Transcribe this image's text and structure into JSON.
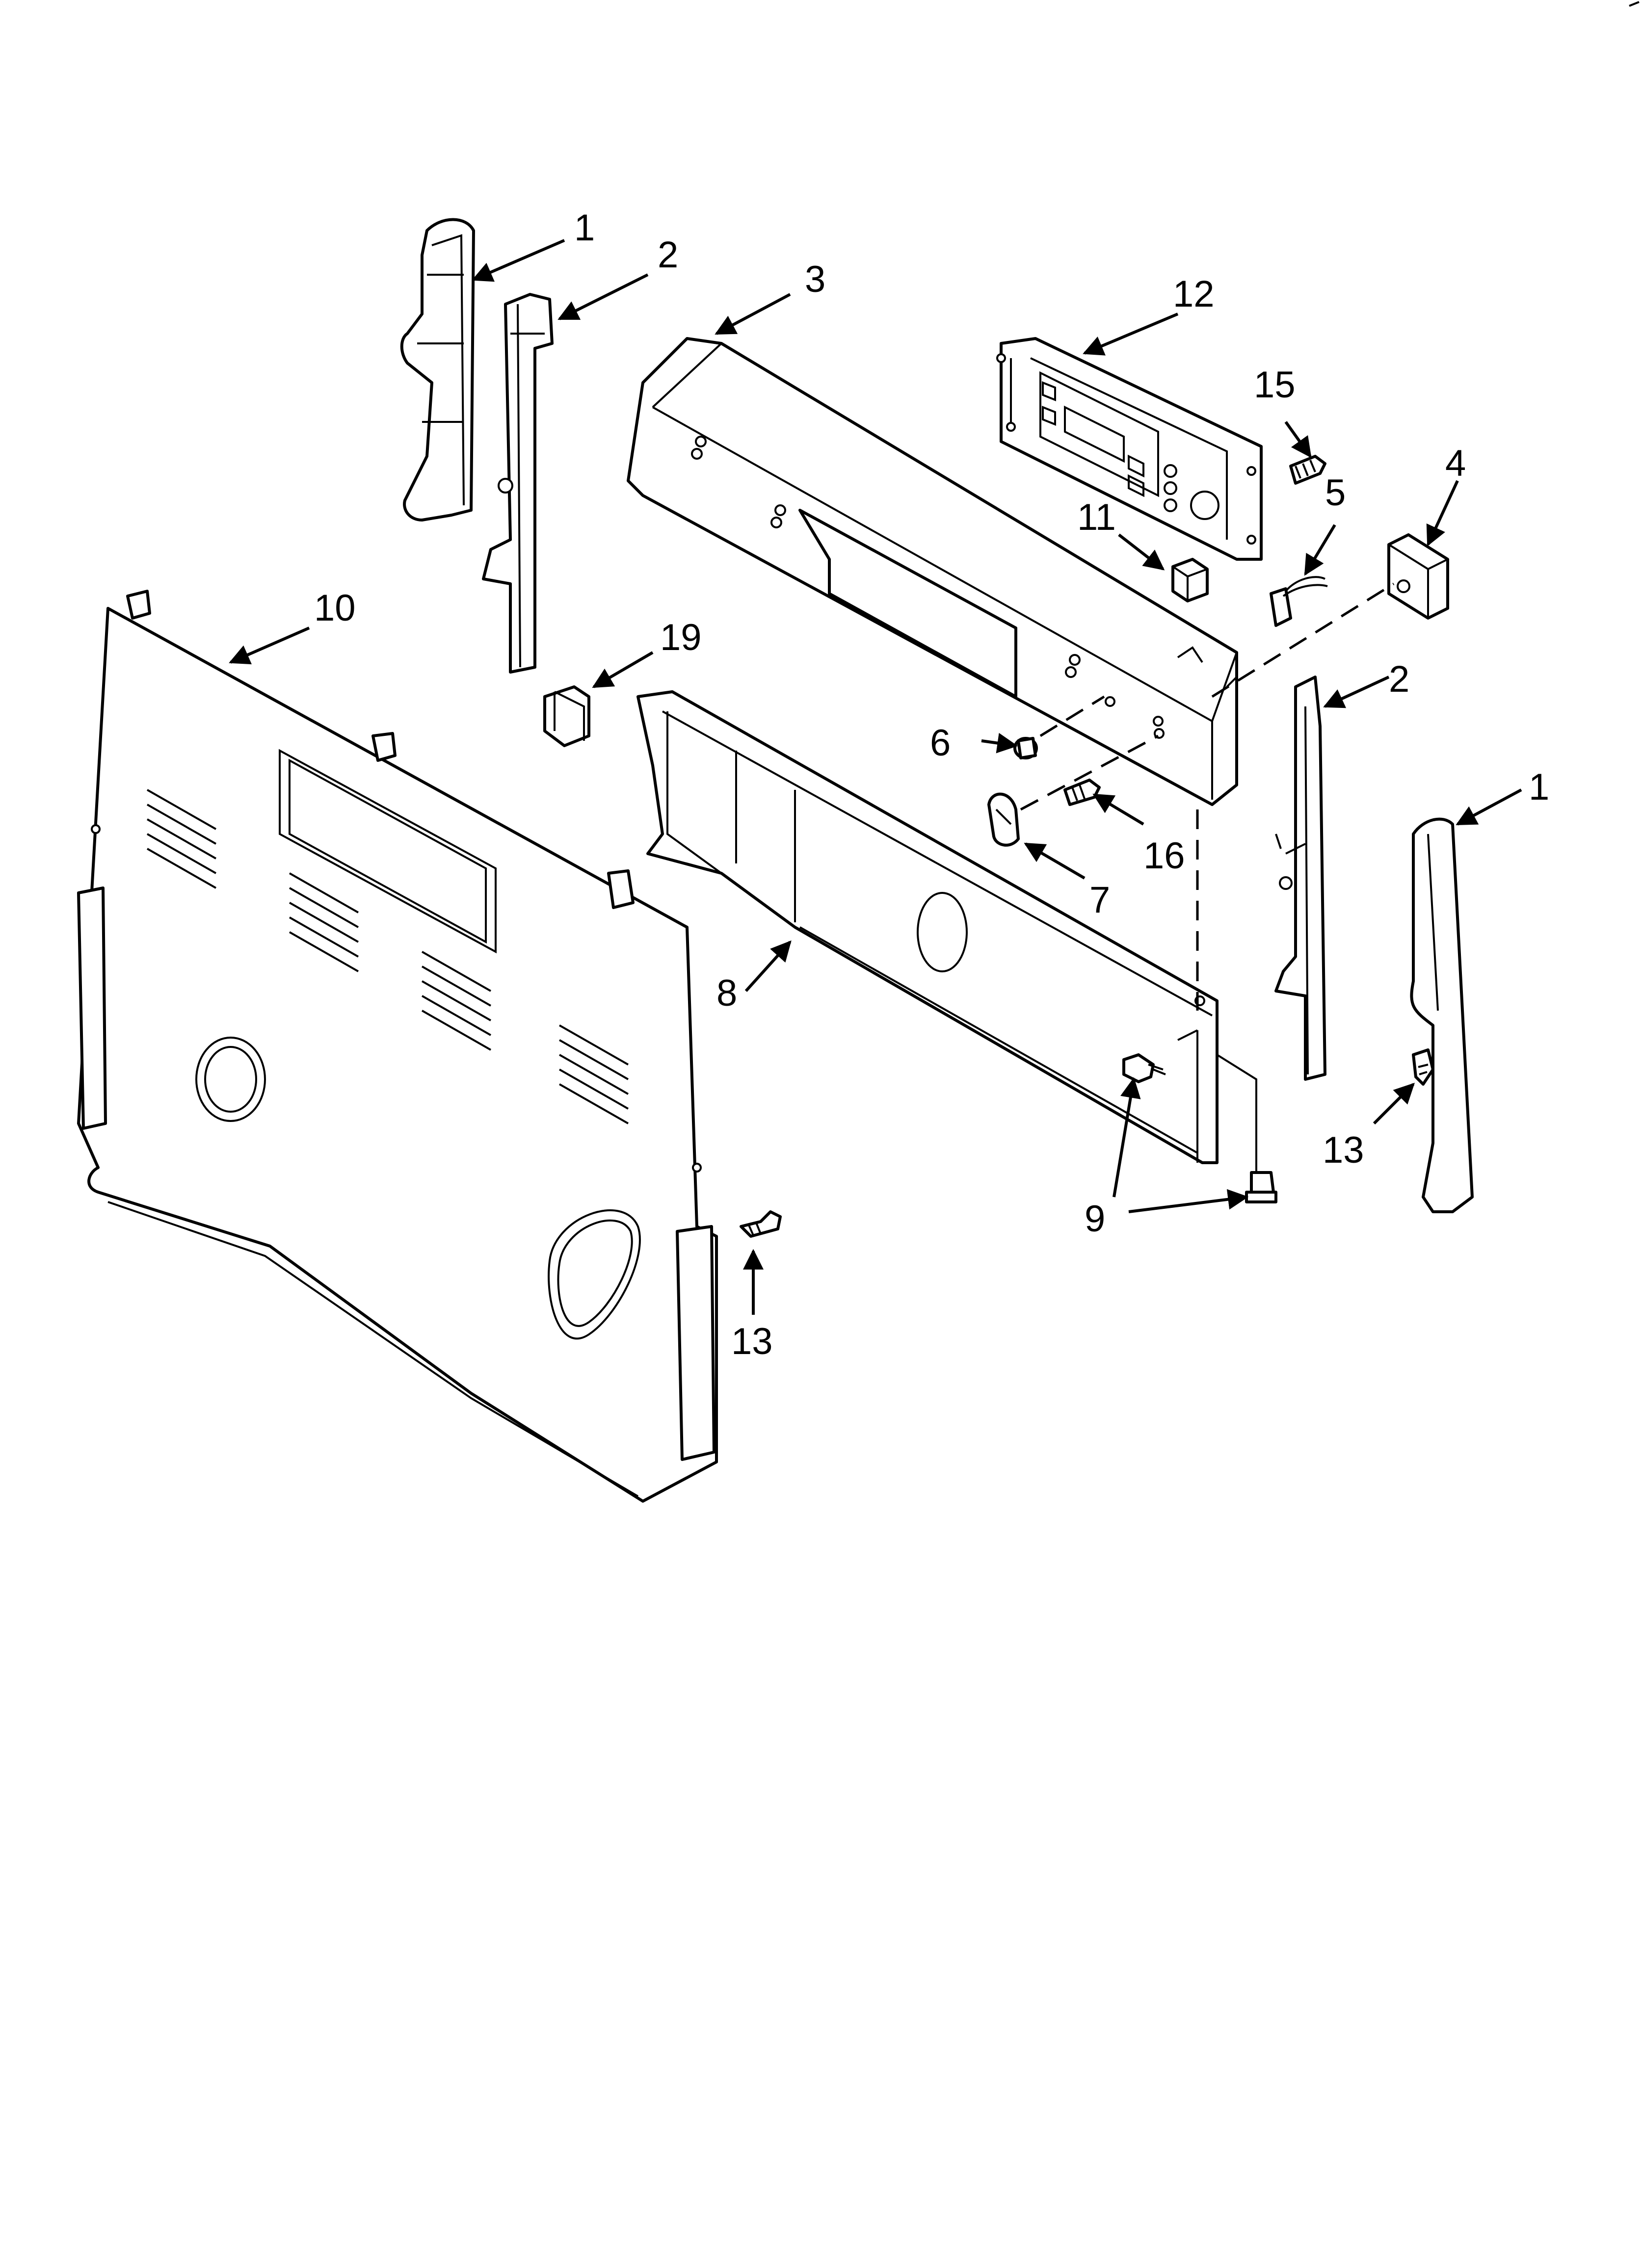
{
  "diagram": {
    "callouts": [
      {
        "id": "c1a",
        "text": "1"
      },
      {
        "id": "c2a",
        "text": "2"
      },
      {
        "id": "c3",
        "text": "3"
      },
      {
        "id": "c12",
        "text": "12"
      },
      {
        "id": "c15",
        "text": "15"
      },
      {
        "id": "c4",
        "text": "4"
      },
      {
        "id": "c5",
        "text": "5"
      },
      {
        "id": "c11",
        "text": "11"
      },
      {
        "id": "c10",
        "text": "10"
      },
      {
        "id": "c19",
        "text": "19"
      },
      {
        "id": "c2b",
        "text": "2"
      },
      {
        "id": "c1b",
        "text": "1"
      },
      {
        "id": "c6",
        "text": "6"
      },
      {
        "id": "c16",
        "text": "16"
      },
      {
        "id": "c7",
        "text": "7"
      },
      {
        "id": "c8",
        "text": "8"
      },
      {
        "id": "c13a",
        "text": "13"
      },
      {
        "id": "c9",
        "text": "9"
      },
      {
        "id": "c13b",
        "text": "13"
      }
    ]
  }
}
